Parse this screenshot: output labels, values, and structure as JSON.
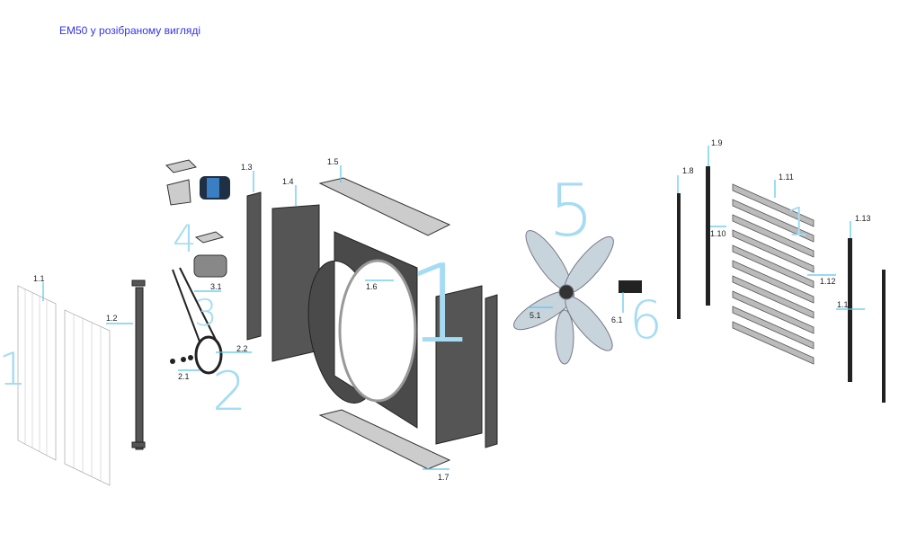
{
  "title": "ЕМ50 у розібраному вигляді",
  "group_numbers": [
    "1",
    "2",
    "3",
    "4",
    "5",
    "6"
  ],
  "part_labels": {
    "p1_1": "1.1",
    "p1_2": "1.2",
    "p1_3": "1.3",
    "p1_4": "1.4",
    "p1_5": "1.5",
    "p1_6": "1.6",
    "p1_7": "1.7",
    "p1_8": "1.8",
    "p1_9": "1.9",
    "p1_10": "1.10",
    "p1_11": "1.11",
    "p1_12": "1.12",
    "p1_13": "1.13",
    "p1_14": "1.14",
    "p2_1": "2.1",
    "p2_2": "2.2",
    "p3_1": "3.1",
    "p5_1": "5.1",
    "p6_1": "6.1"
  }
}
